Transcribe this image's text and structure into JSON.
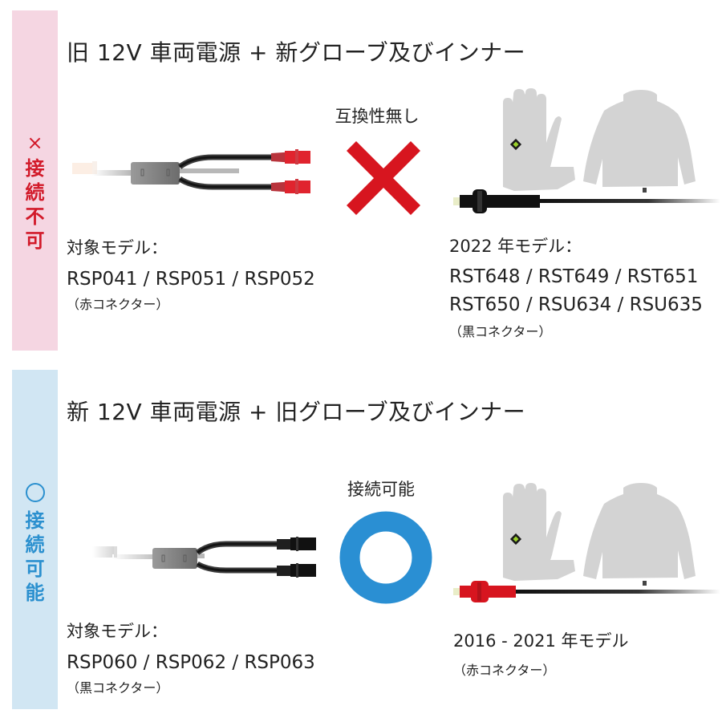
{
  "sections": [
    {
      "id": "incompatible",
      "band": {
        "symbol": "×",
        "label_chars": [
          "接",
          "続",
          "不",
          "可"
        ],
        "color": "#d21a2a",
        "background": "#f5d6e2"
      },
      "title": "旧 12V 車両電源 + 新グローブ及びインナー",
      "status_label": "互換性無し",
      "status_icon": "cross-mark-icon",
      "status_color": "#d7151f",
      "power_source": {
        "lead": "対象モデル：",
        "models": "RSP041 / RSP051 / RSP052",
        "connector_note": "（赤コネクター）",
        "connector_color": "#e0242e"
      },
      "apparel": {
        "lead": "2022 年モデル：",
        "models_line1": "RST648 / RST649 / RST651",
        "models_line2": "RST650 / RSU634 / RSU635",
        "connector_note": "（黒コネクター）",
        "connector_color": "#111111"
      }
    },
    {
      "id": "compatible",
      "band": {
        "symbol": "○",
        "label_chars": [
          "接",
          "続",
          "可",
          "能"
        ],
        "color": "#2b90cf",
        "background": "#d1e6f3"
      },
      "title": "新 12V 車両電源 + 旧グローブ及びインナー",
      "status_label": "接続可能",
      "status_icon": "circle-mark-icon",
      "status_color": "#2a8fd3",
      "power_source": {
        "lead": "対象モデル：",
        "models": "RSP060 / RSP062 / RSP063",
        "connector_note": "（黒コネクター）",
        "connector_color": "#111111"
      },
      "apparel": {
        "lead": "2016 - 2021 年モデル",
        "connector_note": "（赤コネクター）",
        "connector_color": "#e0242e"
      }
    }
  ]
}
